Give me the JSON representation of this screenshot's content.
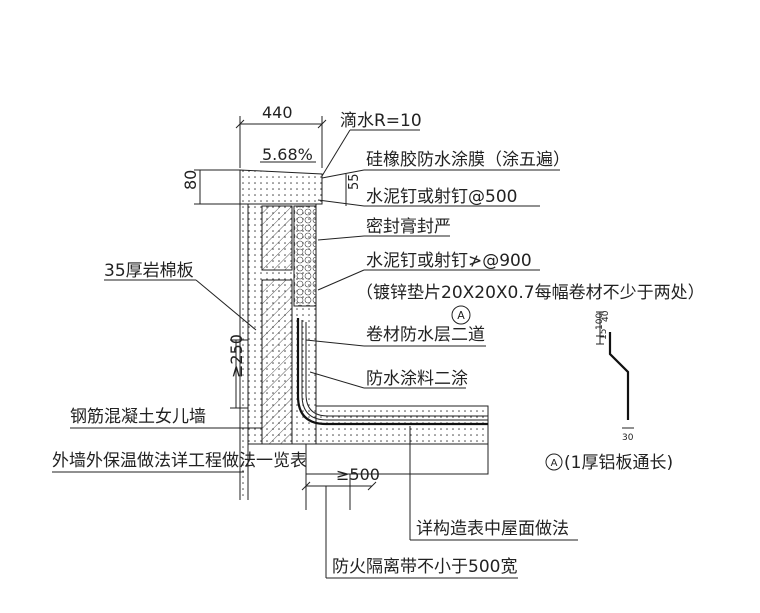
{
  "dimensions": {
    "width_440": "440",
    "height_80": "80",
    "slope": "5.68%",
    "drip_r": "滴水R=10",
    "gap_55": "55",
    "min_250": "≥250",
    "min_500": "≥500",
    "detail_100": "100",
    "detail_40": "40",
    "detail_15": "15",
    "detail_30": "30"
  },
  "labels": {
    "silicone": "硅橡胶防水涂膜（涂五遍）",
    "nail_500": "水泥钉或射钉@500",
    "sealant": "密封膏封严",
    "nail_900": "水泥钉或射钉≯@900",
    "washer": "（镀锌垫片20X20X0.7每幅卷材不少于两处）",
    "rockwool": "35厚岩棉板",
    "membrane": "卷材防水层二道",
    "coating": "防水涂料二涂",
    "parapet": "钢筋混凝土女儿墙",
    "exterior": "外墙外保温做法详工程做法一览表",
    "roof_ref": "详构造表中屋面做法",
    "fire_belt": "防火隔离带不小于500宽",
    "callout_a": "A",
    "detail_a_title": "(1厚铝板通长)"
  }
}
